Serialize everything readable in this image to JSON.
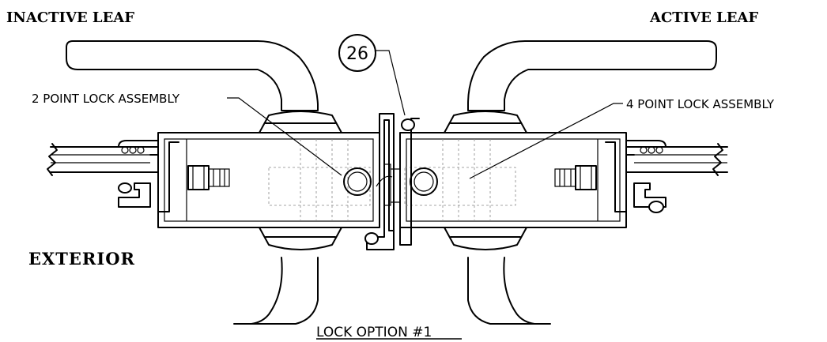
{
  "labels": {
    "inactive_leaf": "INACTIVE LEAF",
    "active_leaf": "ACTIVE LEAF",
    "exterior": "EXTERIOR",
    "two_point": "2 POINT LOCK ASSEMBLY",
    "four_point": "4 POINT LOCK ASSEMBLY",
    "callout_number": "26",
    "caption": "LOCK OPTION #1"
  }
}
